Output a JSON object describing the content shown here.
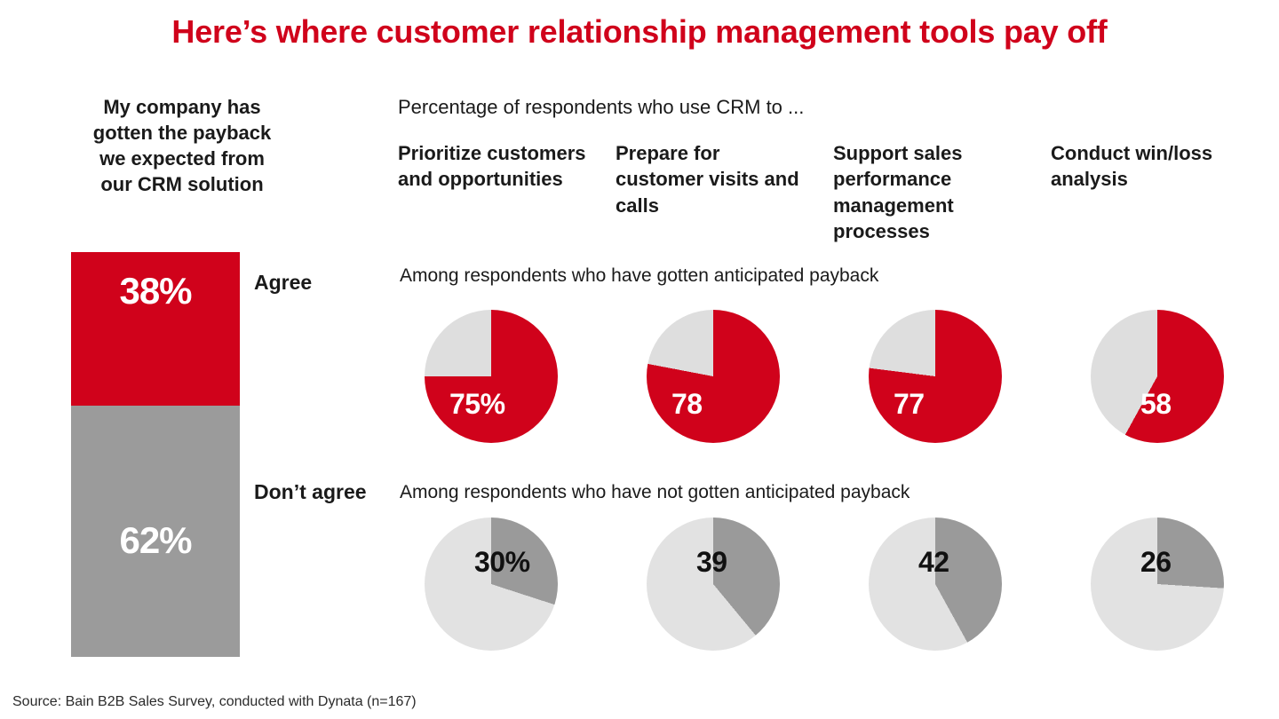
{
  "title": "Here’s where customer relationship management tools pay off",
  "left_panel": {
    "header_lines": [
      "My company has",
      "gotten the payback",
      "we expected from",
      "our CRM solution"
    ],
    "segments": [
      {
        "label": "Agree",
        "value_label": "38%",
        "value": 38,
        "color": "#D0021B"
      },
      {
        "label": "Don’t agree",
        "value_label": "62%",
        "value": 62,
        "color": "#9B9B9B"
      }
    ]
  },
  "right_panel": {
    "header": "Percentage of respondents who use CRM to ...",
    "columns": [
      "Prioritize customers and opportunities",
      "Prepare for customer visits and calls",
      "Support sales performance management processes",
      "Conduct win/loss analysis"
    ],
    "row_captions": [
      "Among respondents who have gotten anticipated payback",
      "Among respondents who have not gotten anticipated payback"
    ],
    "rows": [
      {
        "caption": "Among respondents who have gotten anticipated payback",
        "slice_color": "#D0021B",
        "rest_color": "#DEDEDE",
        "label_color": "#FFFFFF",
        "pies": [
          {
            "value": 75,
            "label": "75%"
          },
          {
            "value": 78,
            "label": "78"
          },
          {
            "value": 77,
            "label": "77"
          },
          {
            "value": 58,
            "label": "58"
          }
        ]
      },
      {
        "caption": "Among respondents who have not gotten anticipated payback",
        "slice_color": "#9A9A9A",
        "rest_color": "#E2E2E2",
        "label_color": "#111111",
        "pies": [
          {
            "value": 30,
            "label": "30%"
          },
          {
            "value": 39,
            "label": "39"
          },
          {
            "value": 42,
            "label": "42"
          },
          {
            "value": 26,
            "label": "26"
          }
        ]
      }
    ]
  },
  "source": "Source: Bain B2B Sales Survey, conducted with Dynata (n=167)",
  "colors": {
    "brand_red": "#D0021B",
    "bar_gray": "#9B9B9B",
    "pie_dark_gray": "#9A9A9A",
    "pie_light_gray": "#DEDEDE",
    "text": "#1a1a1a",
    "background": "#FFFFFF"
  },
  "chart_data": [
    {
      "type": "bar",
      "title": "My company has gotten the payback we expected from our CRM solution",
      "categories": [
        "Agree",
        "Don’t agree"
      ],
      "values": [
        38,
        62
      ],
      "unit": "percent",
      "stacked": true,
      "orientation": "vertical",
      "ylim": [
        0,
        100
      ],
      "grid": false,
      "legend": "none"
    },
    {
      "type": "pie",
      "title": "Percentage of respondents who use CRM to ... — Among respondents who have gotten anticipated payback",
      "categories": [
        "Prioritize customers and opportunities",
        "Prepare for customer visits and calls",
        "Support sales performance management processes",
        "Conduct win/loss analysis"
      ],
      "values": [
        75,
        78,
        77,
        58
      ],
      "unit": "percent",
      "slice_color": "#D0021B",
      "remainder_color": "#DEDEDE",
      "grid": false,
      "legend": "none"
    },
    {
      "type": "pie",
      "title": "Percentage of respondents who use CRM to ... — Among respondents who have not gotten anticipated payback",
      "categories": [
        "Prioritize customers and opportunities",
        "Prepare for customer visits and calls",
        "Support sales performance management processes",
        "Conduct win/loss analysis"
      ],
      "values": [
        30,
        39,
        42,
        26
      ],
      "unit": "percent",
      "slice_color": "#9A9A9A",
      "remainder_color": "#E2E2E2",
      "grid": false,
      "legend": "none"
    }
  ]
}
